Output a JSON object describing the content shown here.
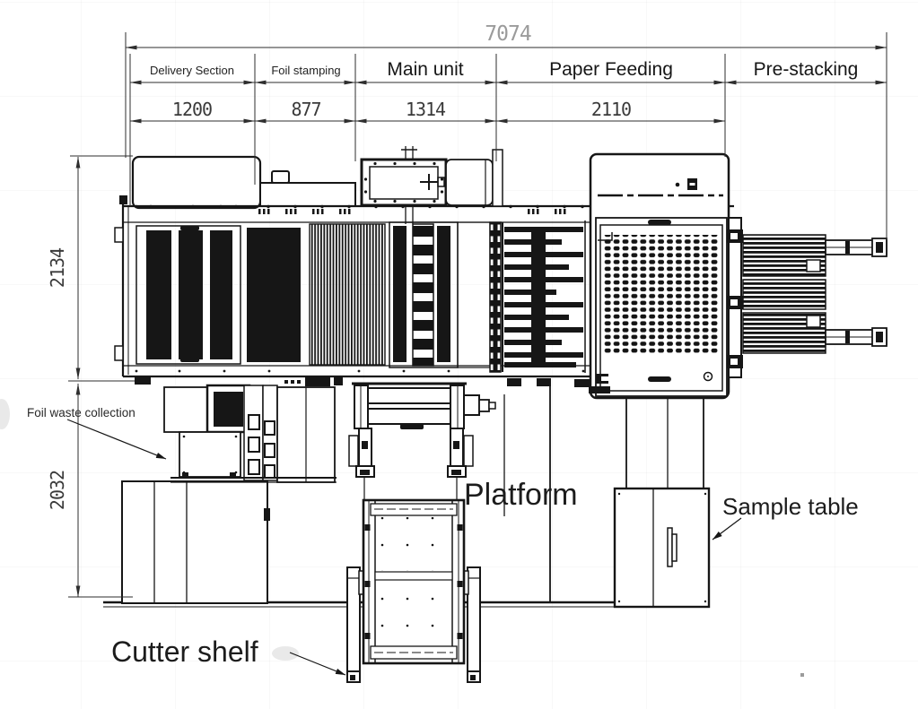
{
  "drawing": {
    "overall_dimension": "7074",
    "sections": [
      {
        "label": "Delivery Section",
        "dim": "1200"
      },
      {
        "label": "Foil stamping",
        "dim": "877"
      },
      {
        "label": "Main unit",
        "dim": "1314"
      },
      {
        "label": "Paper Feeding",
        "dim": "2110"
      },
      {
        "label": "Pre-stacking",
        "dim": ""
      }
    ],
    "vertical_dims": {
      "upper": "2134",
      "lower": "2032"
    },
    "annotations": {
      "foil_waste": "Foil waste collection",
      "platform": "Platform",
      "sample_table": "Sample table",
      "cutter_shelf": "Cutter shelf"
    },
    "colors": {
      "line": "#161616",
      "dim_text": "#3a3a3a",
      "overall_dim_text": "#9b9b9b",
      "background": "#ffffff"
    }
  }
}
